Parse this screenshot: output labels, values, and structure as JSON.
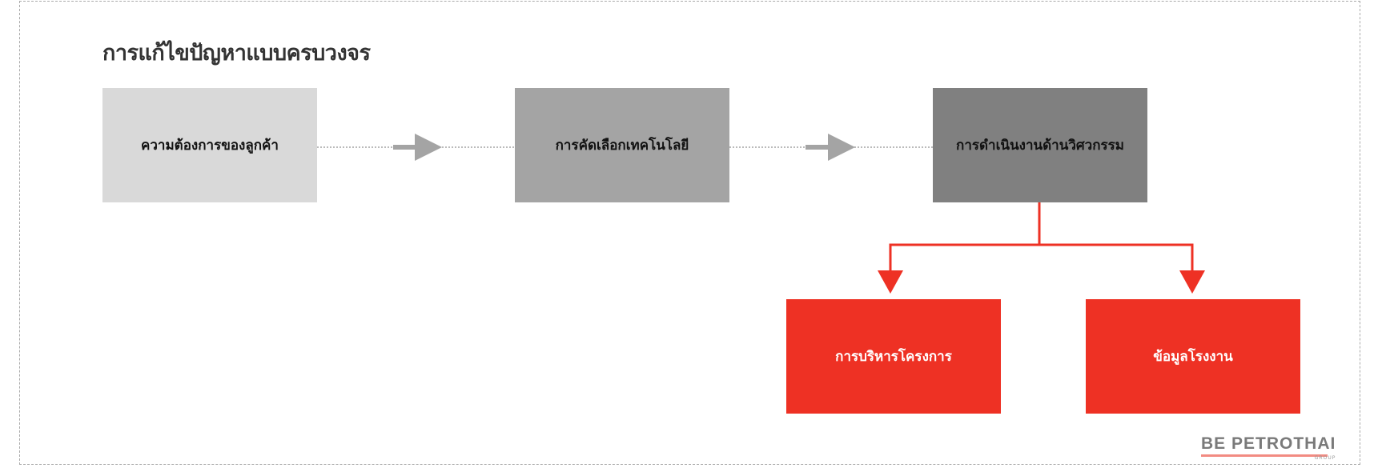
{
  "title": "การแก้ไขปัญหาแบบครบวงจร",
  "steps": [
    {
      "label": "ความต้องการของลูกค้า"
    },
    {
      "label": "การคัดเลือกเทคโนโลยี"
    },
    {
      "label": "การดำเนินงานด้านวิศวกรรม"
    }
  ],
  "outputs": [
    {
      "label": "การบริหารโครงการ"
    },
    {
      "label": "ข้อมูลโรงงาน"
    }
  ],
  "logo": {
    "text": "BE PETROTHAI",
    "sub": "GROUP"
  },
  "colors": {
    "step1": "#d9d9d9",
    "step2": "#a4a4a4",
    "step3": "#808080",
    "accent": "#ee3124"
  }
}
